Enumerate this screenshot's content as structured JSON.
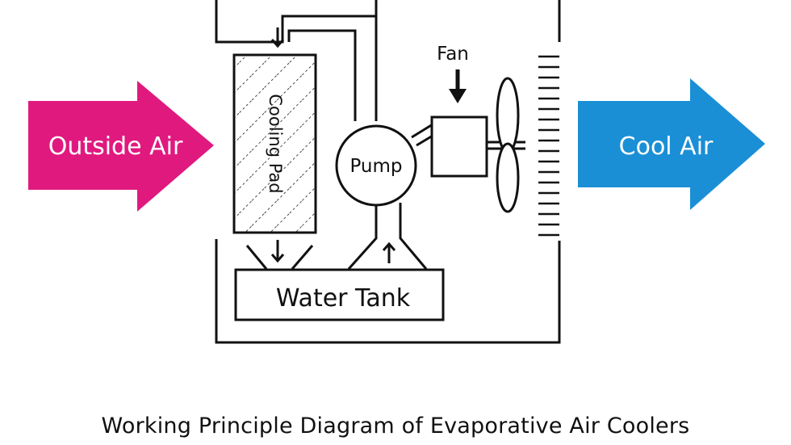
{
  "diagram": {
    "labels": {
      "outside_air": "Outside Air",
      "cool_air": "Cool Air",
      "cooling_pad": "Cooling Pad",
      "pump": "Pump",
      "fan": "Fan",
      "water_tank": "Water Tank"
    },
    "caption": "Working Principle Diagram of Evaporative Air Coolers"
  },
  "colors": {
    "outside_air_arrow": "#e0197f",
    "cool_air_arrow": "#1a8fd6",
    "line": "#111111",
    "arrow_text": "#ffffff"
  },
  "icons": [
    "flow-arrow-icon",
    "fan-blade-icon",
    "grille-icon"
  ]
}
